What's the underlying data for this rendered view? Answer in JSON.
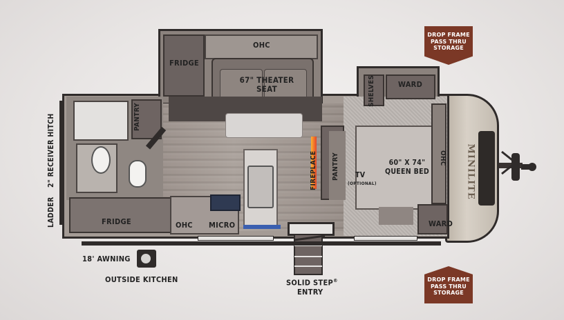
{
  "labels": {
    "ohc_top": "OHC",
    "fridge_top": "FRIDGE",
    "theater_seat": "67\" THEATER SEAT",
    "shelves": "SHELVES",
    "ward_top": "WARD",
    "pantry_bath": "PANTRY",
    "receiver_hitch": "2\" RECEIVER HITCH",
    "ladder": "LADDER",
    "fireplace": "FIREPLACE",
    "pantry_bed": "PANTRY",
    "tv": "TV",
    "tv_optional": "(OPTIONAL)",
    "queen_bed": "60\" X 74\" QUEEN BED",
    "ohc_front": "OHC",
    "fridge_bottom": "FRIDGE",
    "ohc_bottom": "OHC",
    "micro": "MICRO",
    "ward_bottom": "WARD",
    "awning": "18' AWNING",
    "outside_kitchen": "OUTSIDE KITCHEN",
    "solid_step": "SOLID STEP",
    "registered": "®",
    "entry": "ENTRY",
    "brand": "MINILITE"
  },
  "badges": {
    "top": "DROP FRAME PASS THRU STORAGE",
    "bottom": "DROP FRAME PASS THRU STORAGE"
  },
  "colors": {
    "badge": "#7b3826",
    "wall": "#2f2b2a",
    "floor_wood": "#a49b95",
    "cabinet": "#6e6462",
    "fireplace": "#e2452b"
  }
}
